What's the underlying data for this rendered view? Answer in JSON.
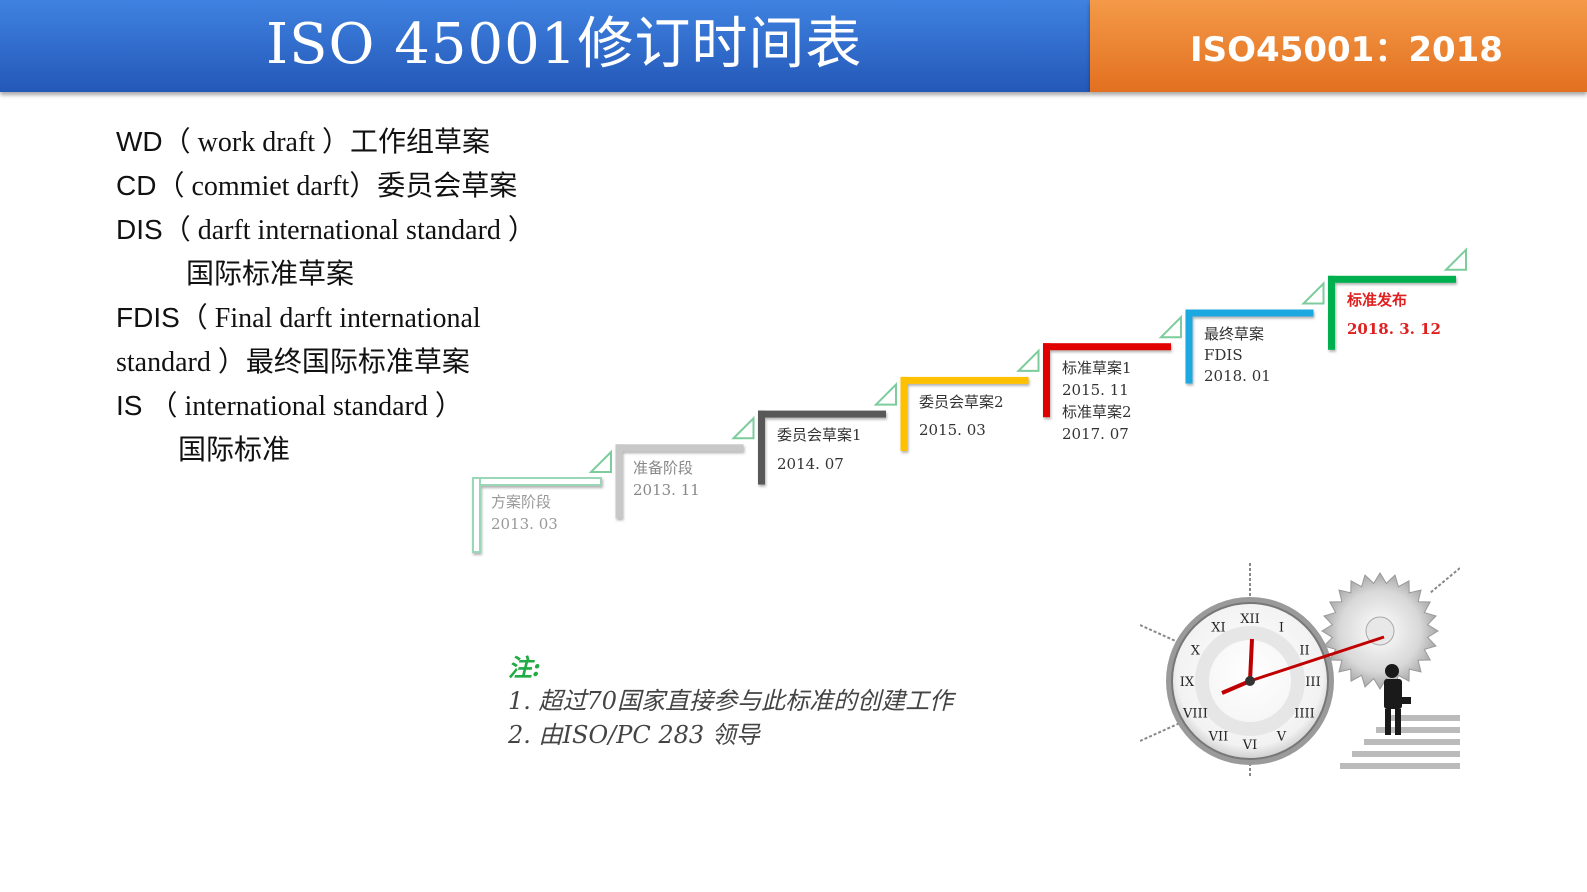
{
  "header": {
    "title": "ISO 45001修订时间表",
    "badge": "ISO45001：2018"
  },
  "definitions": [
    {
      "abbr": "WD",
      "text": "（ work draft ）工作组草案"
    },
    {
      "abbr": "CD",
      "text": "（ commiet darft）委员会草案"
    },
    {
      "abbr": "DIS",
      "text": "（ darft  international  standard ）"
    },
    {
      "abbr": "",
      "text": "国际标准草案"
    },
    {
      "abbr": "FDIS",
      "text": "（ Final darft international"
    },
    {
      "abbr": "",
      "text": "standard ）最终国际标准草案"
    },
    {
      "abbr": "IS",
      "text": "  （  international  standard ）"
    },
    {
      "abbr": "",
      "text": "国际标准"
    }
  ],
  "timeline": [
    {
      "stage": "方案阶段",
      "date": "2013. 03",
      "color": "#ffffff",
      "border": "#9ad6b8",
      "text_color": "#999999"
    },
    {
      "stage": "准备阶段",
      "date": "2013. 11",
      "color": "#c8c8c8",
      "border": "#c8c8c8",
      "text_color": "#888888"
    },
    {
      "stage": "委员会草案1",
      "date": "2014. 07",
      "color": "#595959",
      "border": "#595959",
      "text_color": "#333333"
    },
    {
      "stage": "委员会草案2",
      "date": "2015. 03",
      "color": "#ffc000",
      "border": "#ffc000",
      "text_color": "#333333"
    },
    {
      "stage": "标准草案1",
      "date": "2015. 11",
      "stage2": "标准草案2",
      "date2": "2017. 07",
      "color": "#e00000",
      "border": "#e00000",
      "text_color": "#333333"
    },
    {
      "stage": "最终草案",
      "stage_sub": "FDIS",
      "date": "2018. 01",
      "color": "#1aa8e0",
      "border": "#1aa8e0",
      "text_color": "#333333"
    },
    {
      "stage": "标准发布",
      "date": "2018. 3. 12",
      "color": "#00b050",
      "border": "#00b050",
      "text_color": "#e02020"
    }
  ],
  "note": {
    "title": "注:",
    "lines": [
      "1. 超过70国家直接参与此标准的创建工作",
      "2. 由ISO/PC 283 领导"
    ]
  },
  "clock_image": {
    "icon": "clock-gear-illustration",
    "numerals": [
      "XII",
      "I",
      "II",
      "III",
      "IIII",
      "V",
      "VI",
      "VII",
      "VIII",
      "IX",
      "X",
      "XI"
    ]
  }
}
